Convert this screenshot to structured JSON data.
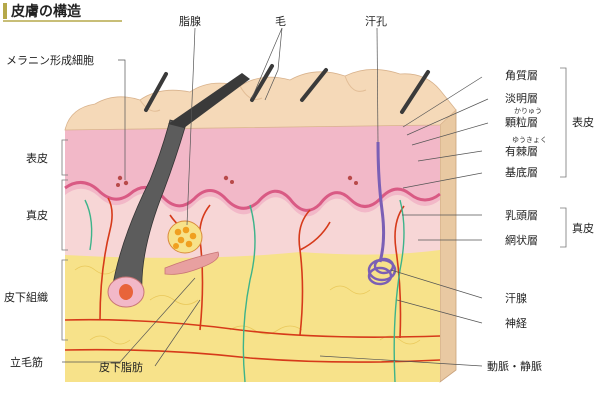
{
  "title": "皮膚の構造",
  "labels": {
    "melanin": "メラニン形成細胞",
    "sebaceous": "脂腺",
    "hair": "毛",
    "pore": "汗孔",
    "stratum_corneum": "角質層",
    "stratum_lucidum": "淡明層",
    "stratum_granulosum": "顆粒層",
    "stratum_granulosum_ruby": "かりゅう",
    "stratum_spinosum": "有棘層",
    "stratum_spinosum_ruby": "ゆうきょく",
    "stratum_basale": "基底層",
    "papillary": "乳頭層",
    "reticular": "網状層",
    "sweat_gland": "汗腺",
    "nerve": "神経",
    "vessels": "動脈・静脈",
    "arrector": "立毛筋",
    "subcut_fat": "皮下脂肪",
    "epidermis_left": "表皮",
    "dermis_left": "真皮",
    "subcutis_left": "皮下組織",
    "epidermis_right": "表皮",
    "dermis_right": "真皮"
  },
  "colors": {
    "title_bar": "#b5a84a",
    "skin_surface": "#f5d9b8",
    "epidermis": "#f2b8c8",
    "basal": "#d95a84",
    "dermis": "#f7d6d6",
    "fat": "#f7e28a",
    "artery": "#d63a1a",
    "nerve": "#3db38a",
    "hair": "#3a3a3a"
  }
}
